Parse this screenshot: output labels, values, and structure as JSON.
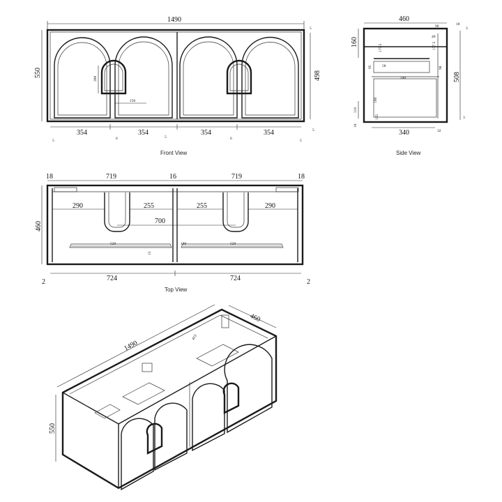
{
  "captions": {
    "front": "Front View",
    "side": "Side View",
    "top": "Top View"
  },
  "front": {
    "overall_width": "1490",
    "height": "550",
    "door_height": "498",
    "top_gap": "5",
    "bottom_gap": "5",
    "handle_height": "200",
    "handle_offset": "150",
    "door_widths": [
      "354",
      "354",
      "354",
      "354"
    ],
    "gaps": [
      "5",
      "6",
      "5",
      "6",
      "5"
    ]
  },
  "side": {
    "depth": "460",
    "top_right_a": "18",
    "top_right_b": "3",
    "drawer_top": "160",
    "door_height": "508",
    "bottom_right": "3",
    "bottom_left_a": "118",
    "bottom_left_b": "18",
    "inner_depth": "340",
    "back_gap": "32",
    "small": [
      "90",
      "40",
      "175.5",
      "177.5",
      "95",
      "58",
      "240",
      "98",
      "190",
      "125"
    ]
  },
  "top": {
    "side_left": "18",
    "half_left": "719",
    "center": "16",
    "half_right": "719",
    "side_right": "18",
    "depth": "460",
    "basin_left_a": "290",
    "basin_left_b": "255",
    "basin_right_a": "255",
    "basin_right_b": "290",
    "basin_span": "700",
    "shelf_left": "520",
    "shelf_right": "520",
    "shelf_gap": "180",
    "small_gap": "15",
    "bottom_left": "724",
    "bottom_right": "724",
    "edge_left": "2",
    "edge_right": "2"
  },
  "iso": {
    "width": "1490",
    "depth": "460",
    "height": "550",
    "inner": "413"
  }
}
